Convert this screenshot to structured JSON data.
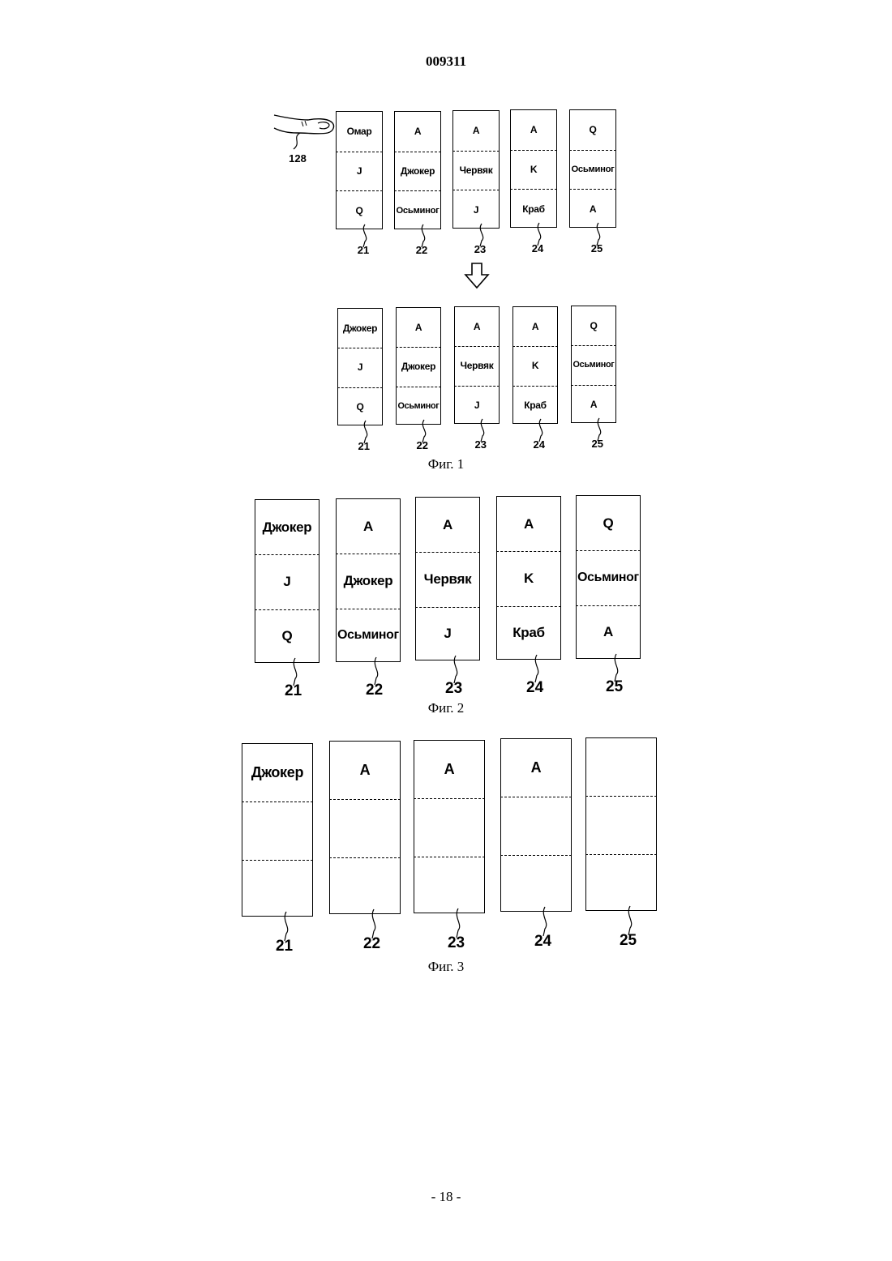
{
  "header": {
    "doc_number": "009311"
  },
  "footer": {
    "page_number": "- 18 -"
  },
  "finger": {
    "ref": "128"
  },
  "figures": [
    {
      "caption": "Фиг. 1",
      "rows": [
        {
          "reels": [
            {
              "ref": "21",
              "symbols": [
                "Омар",
                "J",
                "Q"
              ]
            },
            {
              "ref": "22",
              "symbols": [
                "A",
                "Джокер",
                "Осьминог"
              ]
            },
            {
              "ref": "23",
              "symbols": [
                "A",
                "Червяк",
                "J"
              ]
            },
            {
              "ref": "24",
              "symbols": [
                "A",
                "K",
                "Краб"
              ]
            },
            {
              "ref": "25",
              "symbols": [
                "Q",
                "Осьминог",
                "A"
              ]
            }
          ]
        },
        {
          "reels": [
            {
              "ref": "21",
              "symbols": [
                "Джокер",
                "J",
                "Q"
              ]
            },
            {
              "ref": "22",
              "symbols": [
                "A",
                "Джокер",
                "Осьминог"
              ]
            },
            {
              "ref": "23",
              "symbols": [
                "A",
                "Червяк",
                "J"
              ]
            },
            {
              "ref": "24",
              "symbols": [
                "A",
                "K",
                "Краб"
              ]
            },
            {
              "ref": "25",
              "symbols": [
                "Q",
                "Осьминог",
                "A"
              ]
            }
          ]
        }
      ]
    },
    {
      "caption": "Фиг. 2",
      "rows": [
        {
          "reels": [
            {
              "ref": "21",
              "symbols": [
                "Джокер",
                "J",
                "Q"
              ]
            },
            {
              "ref": "22",
              "symbols": [
                "A",
                "Джокер",
                "Осьминог"
              ]
            },
            {
              "ref": "23",
              "symbols": [
                "A",
                "Червяк",
                "J"
              ]
            },
            {
              "ref": "24",
              "symbols": [
                "A",
                "K",
                "Краб"
              ]
            },
            {
              "ref": "25",
              "symbols": [
                "Q",
                "Осьминог",
                "A"
              ]
            }
          ]
        }
      ]
    },
    {
      "caption": "Фиг. 3",
      "rows": [
        {
          "reels": [
            {
              "ref": "21",
              "symbols": [
                "Джокер",
                "",
                ""
              ]
            },
            {
              "ref": "22",
              "symbols": [
                "A",
                "",
                ""
              ]
            },
            {
              "ref": "23",
              "symbols": [
                "A",
                "",
                ""
              ]
            },
            {
              "ref": "24",
              "symbols": [
                "A",
                "",
                ""
              ]
            },
            {
              "ref": "25",
              "symbols": [
                "",
                "",
                ""
              ]
            }
          ]
        }
      ]
    }
  ]
}
